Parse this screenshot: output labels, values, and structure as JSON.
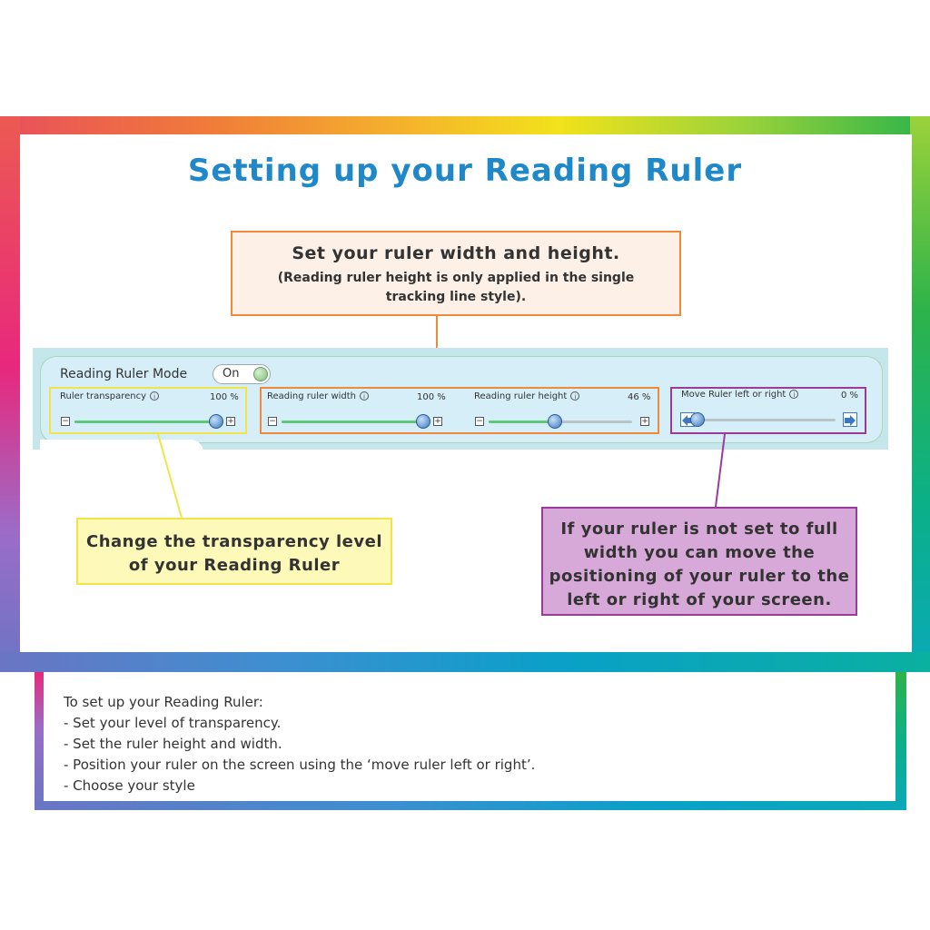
{
  "title": "Setting up your Reading Ruler",
  "callouts": {
    "orange_main": "Set your ruler width and height.",
    "orange_sub_1": "(Reading ruler height is only applied in the single",
    "orange_sub_2": "tracking line style).",
    "yellow_1": "Change the transparency level",
    "yellow_2": "of your Reading Ruler",
    "purple_1": "If your ruler is not set to full",
    "purple_2": "width you can move the",
    "purple_3": "positioning of your ruler to the",
    "purple_4": "left or right of your screen."
  },
  "toolbar": {
    "mode_label": "Reading Ruler Mode",
    "toggle_label": "On",
    "transparency": {
      "label": "Ruler transparency",
      "value": "100 %",
      "fraction": 1.0
    },
    "width": {
      "label": "Reading ruler width",
      "value": "100 %",
      "fraction": 1.0
    },
    "height": {
      "label": "Reading ruler height",
      "value": "46 %",
      "fraction": 0.46
    },
    "position": {
      "label": "Move Ruler left or right",
      "value": "0 %",
      "fraction": 0.0
    },
    "minus": "−",
    "plus": "+",
    "info": "i"
  },
  "notes": {
    "intro": "To set up your Reading Ruler:",
    "items": [
      "- Set your level of transparency.",
      "- Set the ruler height and width.",
      "- Position your ruler on the screen using the ‘move ruler left or right’.",
      "- Choose your style"
    ]
  },
  "colors": {
    "title": "#1e88c8",
    "orange": "#f08a3a",
    "yellow": "#f0e448",
    "purple": "#9b3a9b",
    "slider_fill": "#5cc878",
    "slider_thumb": "#3c78c0"
  }
}
